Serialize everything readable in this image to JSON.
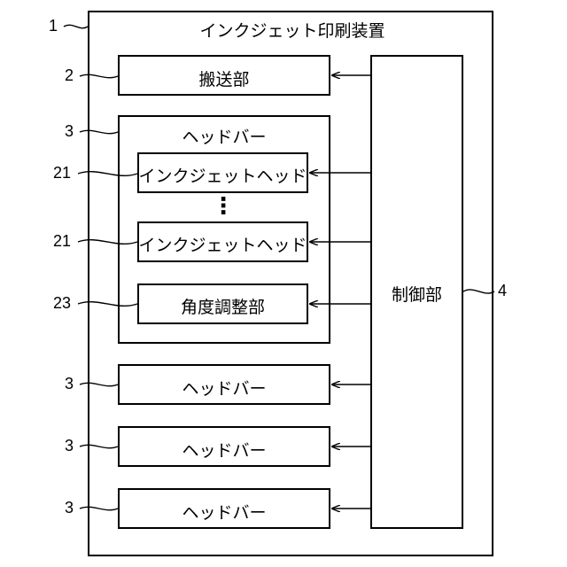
{
  "device": {
    "title": "インクジェット印刷装置",
    "ref": "1"
  },
  "transport": {
    "label": "搬送部",
    "ref": "2"
  },
  "head_bar_main": {
    "label": "ヘッドバー",
    "ref": "3",
    "heads": [
      {
        "label": "インクジェットヘッド",
        "ref": "21"
      },
      {
        "label": "インクジェットヘッド",
        "ref": "21"
      }
    ],
    "ellipsis": "⋮",
    "angle_adjuster": {
      "label": "角度調整部",
      "ref": "23"
    }
  },
  "head_bars": [
    {
      "label": "ヘッドバー",
      "ref": "3"
    },
    {
      "label": "ヘッドバー",
      "ref": "3"
    },
    {
      "label": "ヘッドバー",
      "ref": "3"
    }
  ],
  "controller": {
    "label": "制御部",
    "ref": "4"
  }
}
